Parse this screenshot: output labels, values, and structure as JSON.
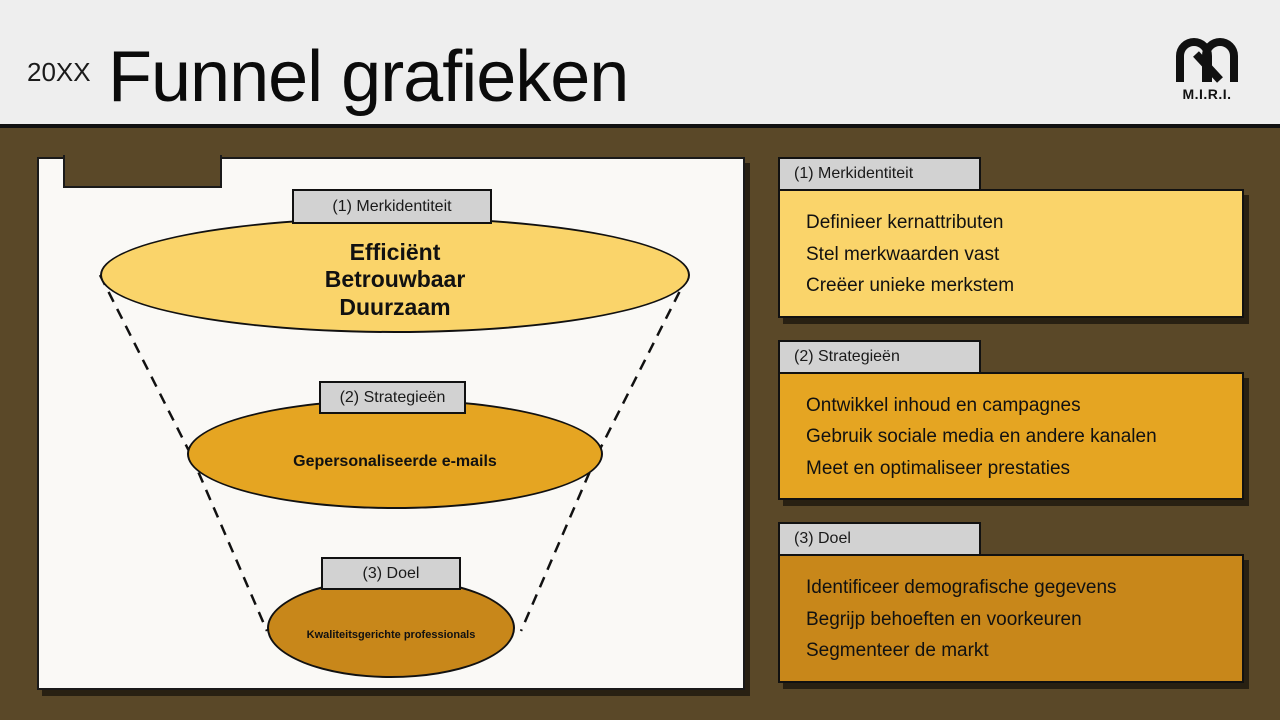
{
  "header": {
    "year": "20XX",
    "title": "Funnel grafieken",
    "logo": {
      "icon": "m-monogram-logo",
      "text": "M.I.R.I."
    }
  },
  "colors": {
    "background_brown": "#5A4828",
    "header_bg": "#EEEEEE",
    "panel_bg": "#FAF9F6",
    "badge_bg": "#D2D2D2",
    "stage1": "#FAD46A",
    "stage2": "#E5A522",
    "stage3": "#C8871A",
    "outline": "#111111"
  },
  "funnel": {
    "stages": [
      {
        "badge": "(1) Merkidentiteit",
        "text": "Efficiënt\nBetrouwbaar\nDuurzaam",
        "fill": "#FAD46A"
      },
      {
        "badge": "(2) Strategieën",
        "text": "Gepersonaliseerde e-mails",
        "fill": "#E5A522"
      },
      {
        "badge": "(3) Doel",
        "text": "Kwaliteitsgerichte professionals",
        "fill": "#C8871A"
      }
    ]
  },
  "cards": [
    {
      "tab": "(1) Merkidentiteit",
      "fill": "#FAD46A",
      "lines": [
        "Definieer kernattributen",
        "Stel merkwaarden vast",
        "Creëer unieke merkstem"
      ]
    },
    {
      "tab": "(2) Strategieën",
      "fill": "#E5A522",
      "lines": [
        "Ontwikkel inhoud en campagnes",
        "Gebruik sociale media en andere kanalen",
        "Meet en optimaliseer prestaties"
      ]
    },
    {
      "tab": "(3) Doel",
      "fill": "#C8871A",
      "lines": [
        "Identificeer demografische gegevens",
        "Begrijp behoeften en voorkeuren",
        "Segmenteer de markt"
      ]
    }
  ]
}
